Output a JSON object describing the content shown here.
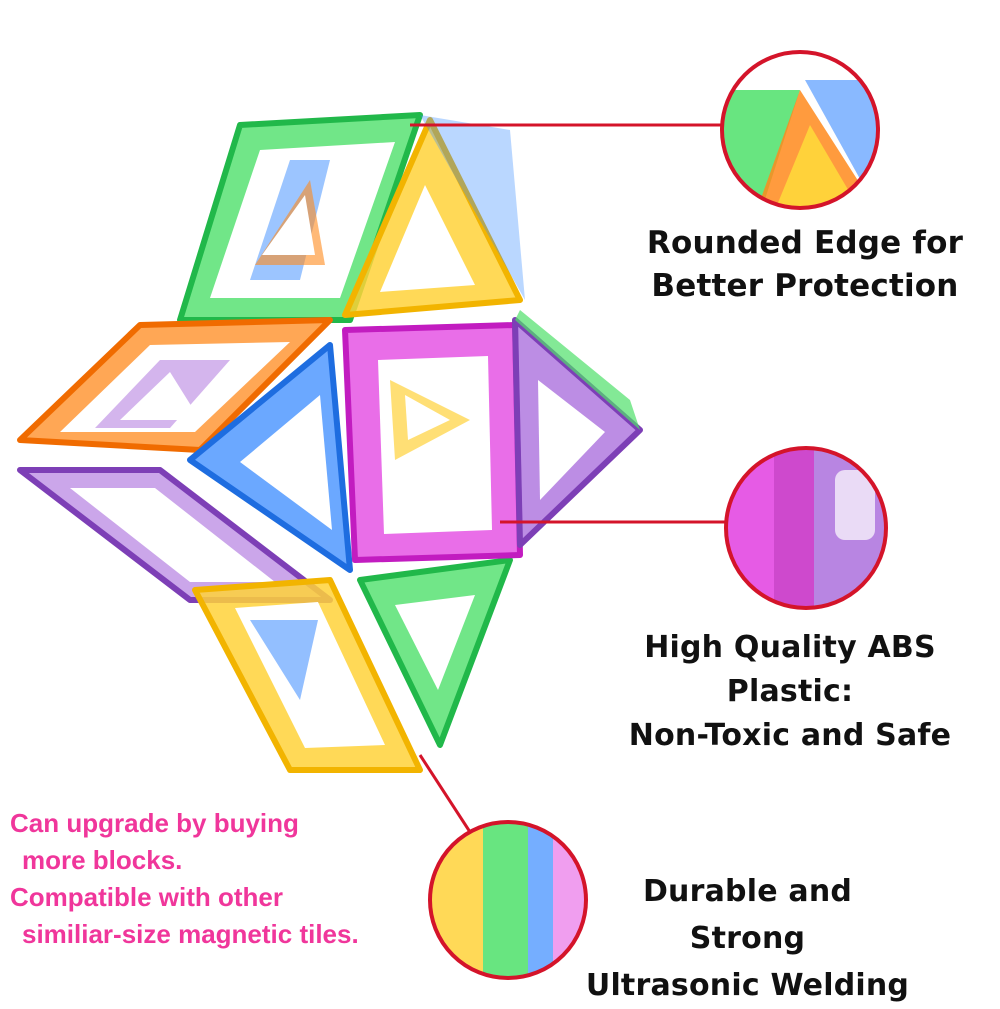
{
  "features": [
    {
      "lines": [
        "Rounded Edge for",
        "Better Protection"
      ]
    },
    {
      "lines": [
        "High Quality ABS Plastic:",
        "Non-Toxic and Safe"
      ]
    },
    {
      "lines": [
        "Durable and Strong",
        "Ultrasonic Welding"
      ]
    }
  ],
  "promo": {
    "lines": [
      "Can upgrade by buying",
      "more blocks.",
      "Compatible with other",
      "similiar-size magnetic tiles."
    ]
  },
  "colors": {
    "accent_red": "#d4142a",
    "promo_pink": "#f0369b",
    "tile_green": "#4ee06a",
    "tile_orange": "#ff8a1c",
    "tile_yellow": "#ffd23a",
    "tile_blue": "#3a8bff",
    "tile_purple": "#a05cd8",
    "tile_magenta": "#e23ee0"
  }
}
